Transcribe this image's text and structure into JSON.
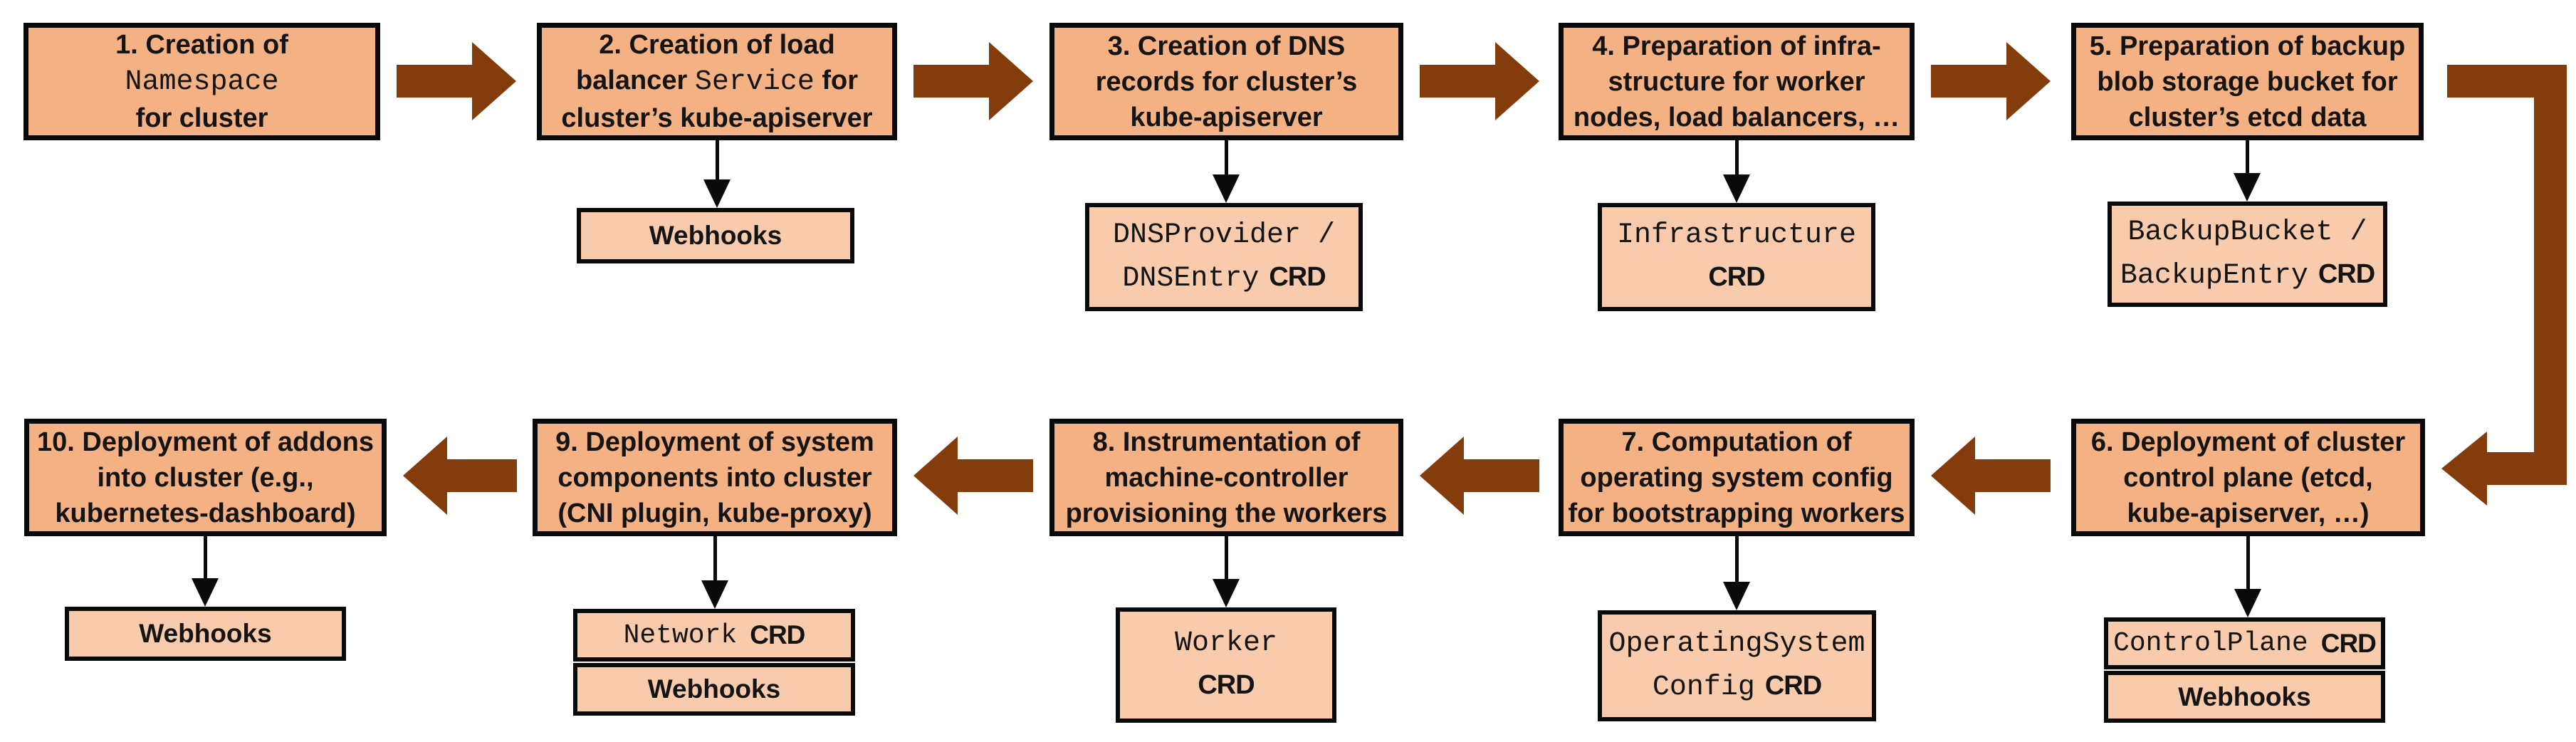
{
  "colors": {
    "step_fill": "#F4B183",
    "crd_fill": "#F8CBAD",
    "arrow_brown": "#843C0C",
    "border": "#000000"
  },
  "labels": {
    "webhooks": "Webhooks",
    "crd": "CRD"
  },
  "steps": {
    "s1": {
      "l1": "1. Creation of",
      "mono": "Namespace",
      "l3": "for cluster"
    },
    "s2": {
      "l1": "2. Creation of load",
      "l2a": "balancer",
      "mono": "Service",
      "l2c": "for",
      "l3": "cluster’s kube-apiserver"
    },
    "s3": {
      "l1": "3. Creation of DNS",
      "l2": "records for cluster’s",
      "l3": "kube-apiserver"
    },
    "s4": {
      "l1": "4. Preparation of infra-",
      "l2": "structure for worker",
      "l3": "nodes, load balancers, …"
    },
    "s5": {
      "l1": "5. Preparation of backup",
      "l2": "blob storage bucket for",
      "l3": "cluster’s etcd data"
    },
    "s6": {
      "l1": "6. Deployment of cluster",
      "l2": "control plane (etcd,",
      "l3": "kube-apiserver, …)"
    },
    "s7": {
      "l1": "7. Computation of",
      "l2": "operating system config",
      "l3": "for bootstrapping workers"
    },
    "s8": {
      "l1": "8. Instrumentation of",
      "l2": "machine-controller",
      "l3": "provisioning the workers"
    },
    "s9": {
      "l1": "9. Deployment of system",
      "l2": "components into cluster",
      "l3": "(CNI plugin, kube-proxy)"
    },
    "s10": {
      "l1": "10. Deployment of addons",
      "l2": "into cluster (e.g.,",
      "l3": "kubernetes-dashboard)"
    }
  },
  "crds": {
    "dns": {
      "l1": "DNSProvider /",
      "l2_mono": "DNSEntry"
    },
    "infrastructure": {
      "l1": "Infrastructure"
    },
    "backup": {
      "l1": "BackupBucket /",
      "l2_mono": "BackupEntry"
    },
    "controlplane": {
      "mono": "ControlPlane"
    },
    "network": {
      "mono": "Network"
    },
    "worker": {
      "mono": "Worker"
    },
    "osc": {
      "l1": "OperatingSystem",
      "l2_mono": "Config"
    }
  }
}
